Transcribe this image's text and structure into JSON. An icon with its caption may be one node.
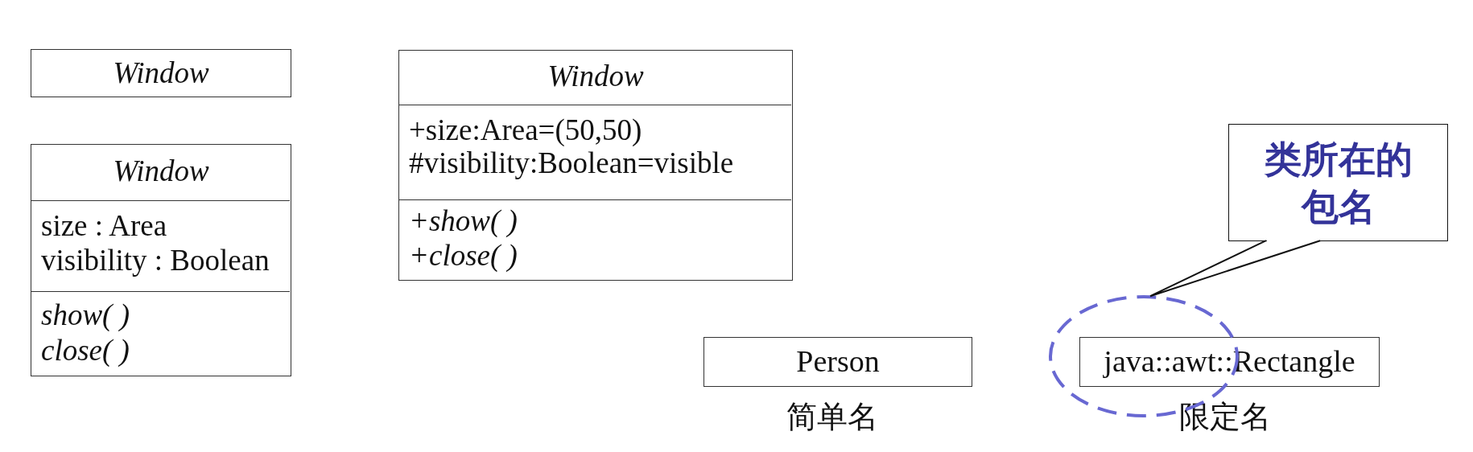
{
  "diagram": {
    "nodes": [
      {
        "text": [
          "Window"
        ]
      },
      {
        "text": [
          "Window"
        ]
      },
      {
        "text": [
          "size : Area",
          "visibility : Boolean"
        ],
        "in": 1
      },
      {
        "text": [
          "show( )",
          "close( )"
        ],
        "in": 1
      },
      {
        "text": [
          "Window"
        ]
      },
      {
        "text": [
          "+size:Area=(50,50)",
          "#visibility:Boolean=visible"
        ],
        "in": 4
      },
      {
        "text": [
          "+show( )",
          "+close( )"
        ],
        "in": 4
      },
      {
        "text": [
          "类所在的包名"
        ]
      },
      {
        "text": [
          "Person"
        ],
        "beside": [
          "简单名"
        ]
      },
      {
        "text": [],
        "shape": "ellipse"
      },
      {
        "text": [
          "java::awt::Rectangle"
        ],
        "beside": [
          "限定名"
        ]
      }
    ],
    "edges": [
      {
        "from": 7,
        "to": 9,
        "arrow": "none"
      }
    ]
  }
}
